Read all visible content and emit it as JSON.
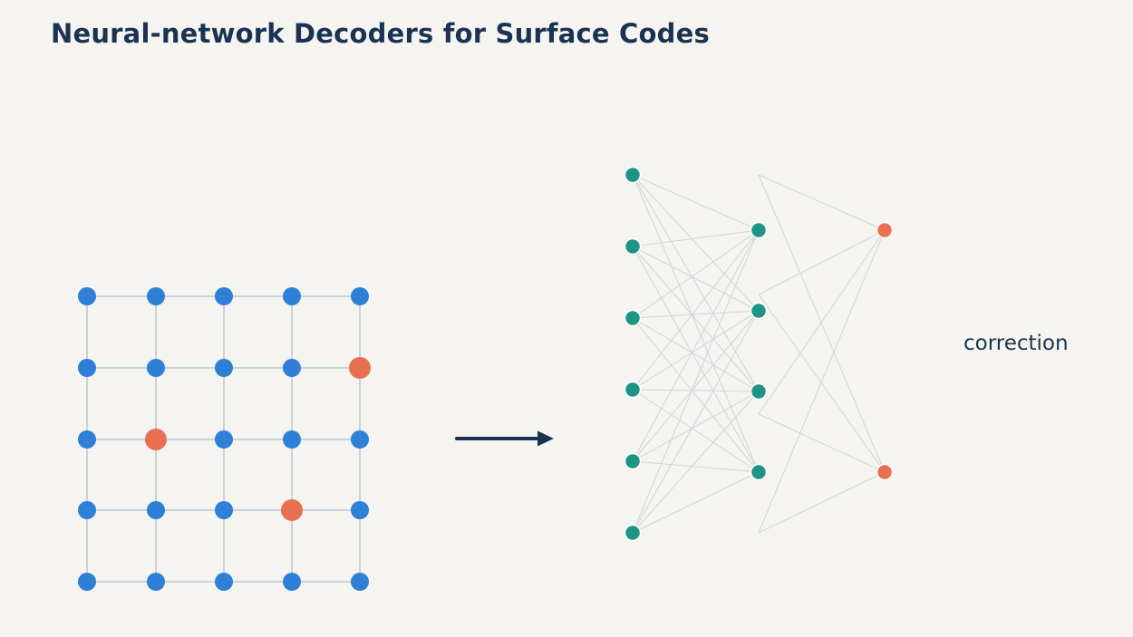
{
  "title": "Neural-network Decoders for Surface Codes",
  "output_label": "correction",
  "colors": {
    "background": "#f5f4f0",
    "title_text": "#1b3352",
    "qubit": "#2e7fd6",
    "error_qubit": "#e86f50",
    "grid_line": "#c9d2da",
    "arrow": "#1b3352",
    "nn_node": "#1d9484",
    "nn_output_node": "#e86f50",
    "nn_edge": "#cfd4d9"
  },
  "lattice": {
    "rows": 5,
    "cols": 5,
    "error_sites": [
      [
        1,
        4
      ],
      [
        2,
        1
      ],
      [
        3,
        3
      ]
    ]
  },
  "network": {
    "layers": [
      6,
      4,
      2
    ],
    "edges_layer1": [
      [
        0,
        0
      ],
      [
        0,
        1
      ],
      [
        0,
        2
      ],
      [
        0,
        3
      ],
      [
        1,
        0
      ],
      [
        1,
        1
      ],
      [
        1,
        2
      ],
      [
        1,
        3
      ],
      [
        2,
        0
      ],
      [
        2,
        1
      ],
      [
        2,
        2
      ],
      [
        2,
        3
      ],
      [
        3,
        0
      ],
      [
        3,
        1
      ],
      [
        3,
        2
      ],
      [
        3,
        3
      ],
      [
        4,
        0
      ],
      [
        4,
        1
      ],
      [
        4,
        2
      ],
      [
        4,
        3
      ],
      [
        5,
        0
      ],
      [
        5,
        1
      ],
      [
        5,
        2
      ],
      [
        5,
        3
      ]
    ],
    "edges_layer2_hidden_sources": 6
  }
}
